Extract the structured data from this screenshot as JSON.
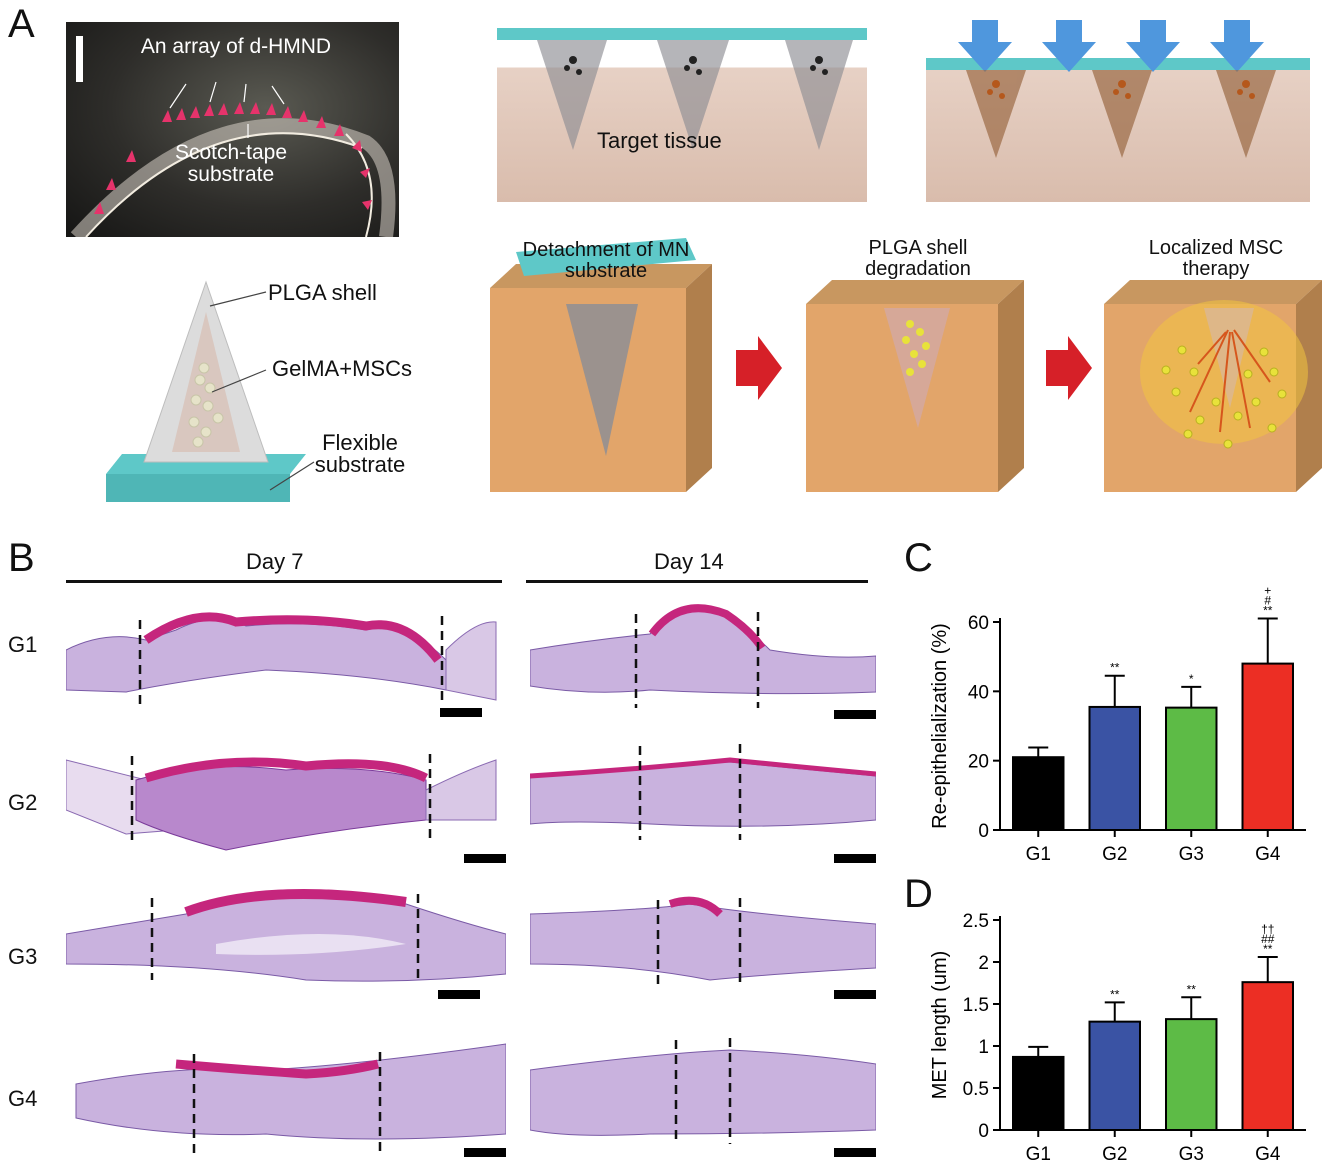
{
  "panel_labels": {
    "a": "A",
    "b": "B",
    "c": "C",
    "d": "D"
  },
  "panel_a": {
    "photo_title": "An array of d-HMND",
    "photo_substrate": "Scotch-tape substrate",
    "target_tissue": "Target tissue",
    "schematic_labels": {
      "shell": "PLGA shell",
      "core": "GelMA+MSCs",
      "substrate": "Flexible substrate"
    },
    "steps": [
      {
        "label": "Detachment of MN substrate"
      },
      {
        "label": "PLGA shell degradation"
      },
      {
        "label": "Localized MSC therapy"
      }
    ],
    "colors": {
      "substrate": "#5ec8c8",
      "tissue": "#e2a56a",
      "arrow_red": "#d62028",
      "arrow_blue": "#4f97dd",
      "cells": "#e8e23a"
    }
  },
  "panel_b": {
    "days": [
      "Day 7",
      "Day 14"
    ],
    "groups": [
      "G1",
      "G2",
      "G3",
      "G4"
    ]
  },
  "chart_data": [
    {
      "type": "bar",
      "panel": "C",
      "categories": [
        "G1",
        "G2",
        "G3",
        "G4"
      ],
      "values": [
        21,
        35.5,
        35.3,
        48
      ],
      "errors": [
        2.8,
        9,
        6,
        13
      ],
      "significance": [
        "",
        "**",
        "*",
        "**\n#\n+"
      ],
      "ylabel": "Re-epithelialization (%)",
      "ylim": [
        0,
        60
      ],
      "yticks": [
        "0",
        "20",
        "40",
        "60"
      ],
      "colors": [
        "#000000",
        "#3a53a4",
        "#5dbb46",
        "#ec2e24"
      ],
      "legend": "none",
      "grid": false
    },
    {
      "type": "bar",
      "panel": "D",
      "categories": [
        "G1",
        "G2",
        "G3",
        "G4"
      ],
      "values": [
        0.87,
        1.29,
        1.32,
        1.76
      ],
      "errors": [
        0.12,
        0.23,
        0.26,
        0.3
      ],
      "significance": [
        "",
        "**",
        "**",
        "**\n##\n††"
      ],
      "ylabel": "MET length (um)",
      "ylim": [
        0,
        2.5
      ],
      "yticks": [
        "0",
        "0.5",
        "1",
        "1.5",
        "2",
        "2.5"
      ],
      "colors": [
        "#000000",
        "#3a53a4",
        "#5dbb46",
        "#ec2e24"
      ],
      "legend": "none",
      "grid": false
    }
  ]
}
